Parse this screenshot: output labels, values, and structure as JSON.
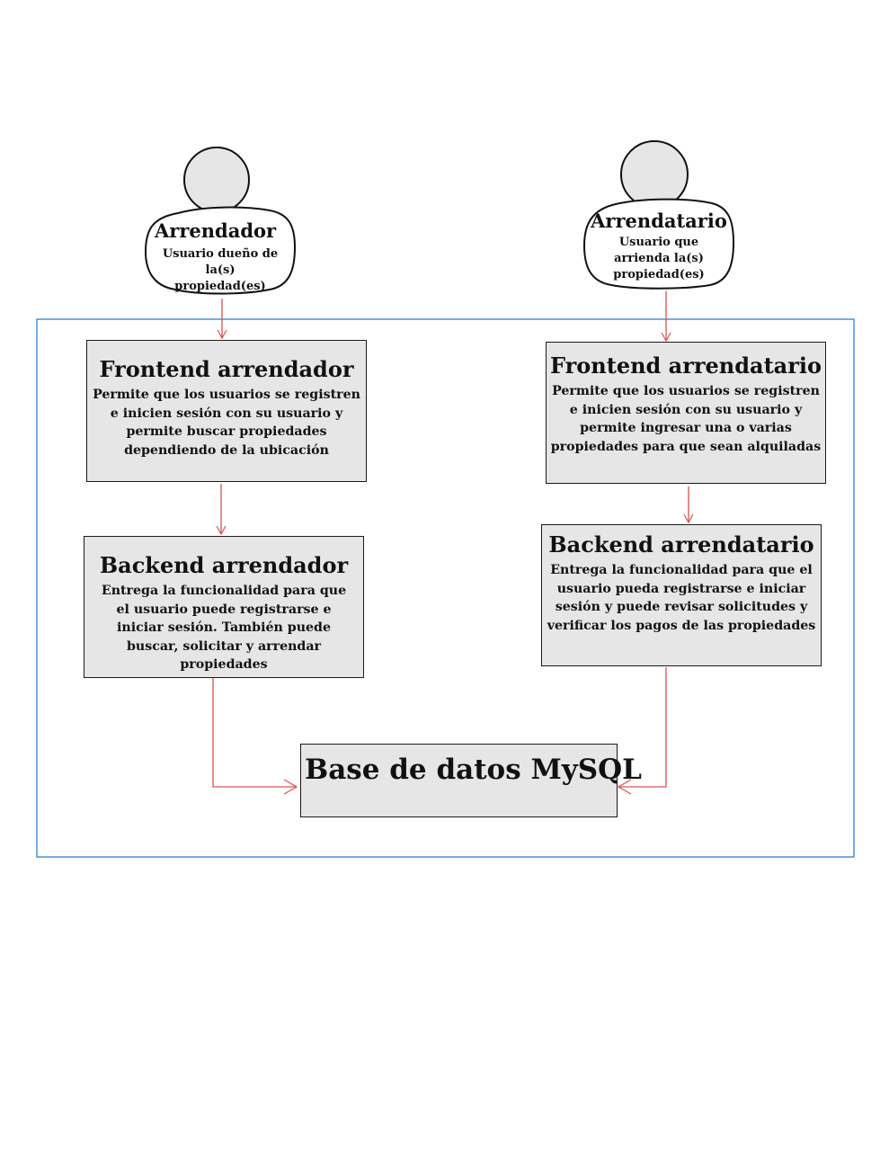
{
  "actors": {
    "arrendador": {
      "name": "Arrendador",
      "description": "Usuario dueño de la(s) propiedad(es)"
    },
    "arrendatario": {
      "name": "Arrendatario",
      "description": "Usuario que arrienda la(s) propiedad(es)"
    }
  },
  "nodes": {
    "frontend_arrendador": {
      "title": "Frontend arrendador",
      "description": "Permite que los usuarios se registren e inicien sesión con su usuario y permite buscar propiedades dependiendo de la ubicación"
    },
    "frontend_arrendatario": {
      "title": "Frontend arrendatario",
      "description": "Permite que los usuarios se registren e inicien sesión con su usuario y permite ingresar una o varias propiedades para que sean alquiladas"
    },
    "backend_arrendador": {
      "title": "Backend arrendador",
      "description": "Entrega la funcionalidad para que el usuario puede registrarse e iniciar sesión. También puede buscar, solicitar y arrendar propiedades"
    },
    "backend_arrendatario": {
      "title": "Backend arrendatario",
      "description": "Entrega la funcionalidad para que el usuario pueda registrarse e iniciar sesión y puede revisar solicitudes y verificar los pagos de las propiedades"
    },
    "database": {
      "title": "Base de datos MySQL"
    }
  },
  "colors": {
    "container_border": "#4a90d9",
    "arrow": "#d9534f",
    "node_fill": "#e6e6e6",
    "node_border": "#1a1a1a"
  }
}
